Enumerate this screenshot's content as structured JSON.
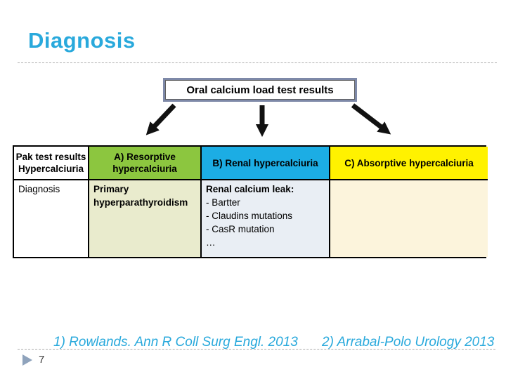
{
  "title": "Diagnosis",
  "diagram": {
    "root_label": "Oral calcium load test results"
  },
  "table": {
    "header": [
      {
        "line1": "Pak test results",
        "line2": "Hypercalciuria",
        "bg": "#FFFFFF"
      },
      {
        "line1": "A) Resorptive",
        "line2": "hypercalciuria",
        "bg": "#8CC63F"
      },
      {
        "bold": "B) Renal ",
        "rest": "hypercalciuria",
        "bg": "#1CADE4"
      },
      {
        "bold": "C) Absorptive ",
        "rest": "hypercalciuria",
        "bg": "#FFF200"
      }
    ],
    "body": [
      {
        "text": "Diagnosis",
        "bg": "#FFFFFF"
      },
      {
        "text": "Primary hyperparathyroidism",
        "bg": "#E9EBCD"
      },
      {
        "heading": "Renal calcium leak:",
        "items": [
          "- Bartter",
          "- Claudins mutations",
          "- CasR mutation",
          "…"
        ],
        "bg": "#E9EEF4"
      },
      {
        "text": "",
        "bg": "#FCF4DC"
      }
    ]
  },
  "footnotes": [
    "1) Rowlands. Ann R Coll Surg Engl. 2013",
    "2) Arrabal-Polo Urology 2013"
  ],
  "page_number": "7",
  "colors": {
    "accent_blue": "#29A9DC",
    "box_border": "#7E89A8",
    "arrow": "#111111",
    "green_header": "#8CC63F",
    "cyan_header": "#1CADE4",
    "yellow_header": "#FFF200",
    "triangle": "#8FA3BC"
  }
}
